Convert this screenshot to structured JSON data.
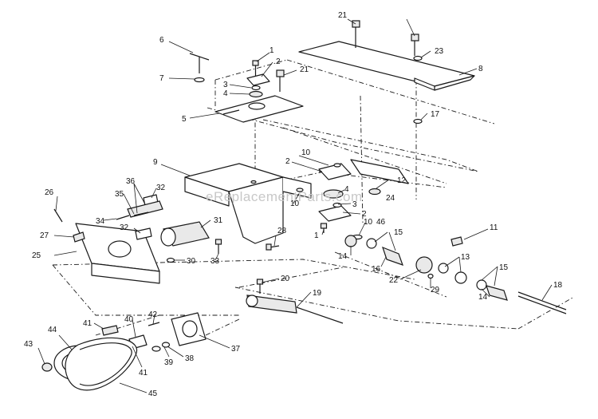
{
  "watermark": "eReplacementParts.com",
  "callouts": {
    "c1": "1",
    "c2": "2",
    "c3": "3",
    "c4": "4",
    "c5": "5",
    "c6": "6",
    "c7": "7",
    "c8": "8",
    "c9": "9",
    "c10": "10",
    "c11": "11",
    "c12": "12",
    "c13": "13",
    "c14": "14",
    "c15": "15",
    "c16": "16",
    "c17": "17",
    "c18": "18",
    "c19": "19",
    "c20": "20",
    "c21": "21",
    "c22": "22",
    "c23": "23",
    "c24": "24",
    "c25": "25",
    "c26": "26",
    "c27": "27",
    "c28": "28",
    "c29": "29",
    "c30": "30",
    "c31": "31",
    "c32": "32",
    "c33": "33",
    "c34": "34",
    "c35": "35",
    "c36": "36",
    "c37": "37",
    "c38": "38",
    "c39": "39",
    "c40": "40",
    "c41": "41",
    "c42": "42",
    "c43": "43",
    "c44": "44",
    "c45": "45",
    "c46": "46"
  },
  "colors": {
    "ink": "#1a1a1a",
    "watermark": "#c8c8c8",
    "background": "#ffffff"
  }
}
